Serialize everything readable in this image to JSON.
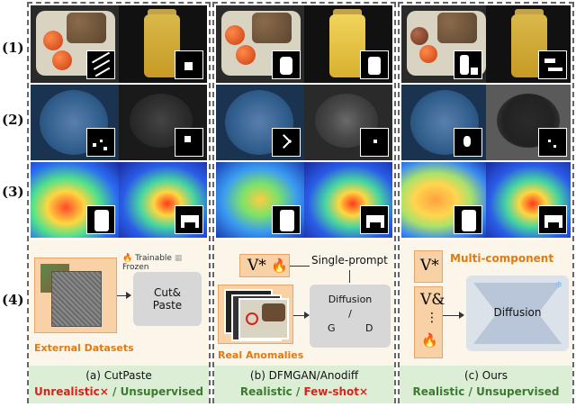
{
  "row_labels": [
    "(1)",
    "(2)",
    "(3)",
    "(4)"
  ],
  "col_a": {
    "legend_trainable": "Trainable",
    "legend_frozen": "Frozen",
    "box_label": "Cut&\nPaste",
    "datasets_label": "External Datasets",
    "caption": "(a)  CutPaste",
    "eval_bad": "Unrealistic×",
    "eval_sep": " / ",
    "eval_good": "Unsupervised"
  },
  "col_b": {
    "v_token": "V*",
    "prompt_label": "Single-prompt",
    "diffusion_label": "Diffusion",
    "slash": "/",
    "g_label": "G",
    "d_label": "D",
    "anomalies_label": "Real Anomalies",
    "caption": "(b)  DFMGAN/Anodiff",
    "eval_good": "Realistic",
    "eval_sep": " / ",
    "eval_bad": "Few-shot×"
  },
  "col_c": {
    "v1_token": "V*",
    "v2_token": "V&",
    "dots": "⋮",
    "component_label": "Multi-component",
    "diffusion_label": "Diffusion",
    "caption": "(c)  Ours",
    "eval_good1": "Realistic",
    "eval_sep": " / ",
    "eval_good2": "Unsupervised"
  },
  "colors": {
    "panel_bg": "#fbf5ea",
    "caption_bg": "#dcefd6",
    "accent_orange": "#e07a12",
    "bad_red": "#d8231c",
    "good_green": "#3b7a2f"
  }
}
